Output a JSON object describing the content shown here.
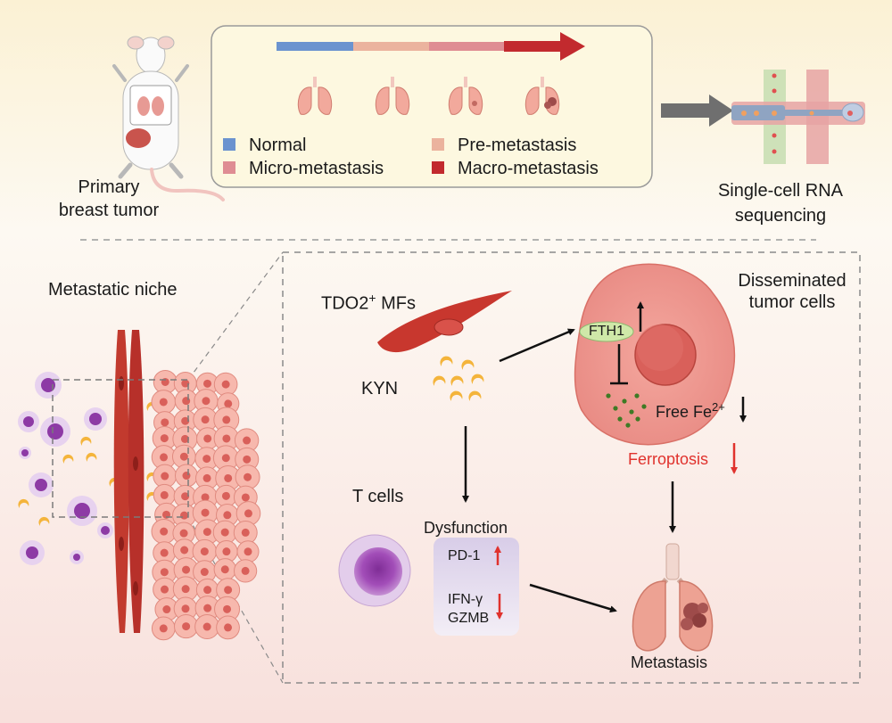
{
  "top": {
    "primary_tumor_label_line1": "Primary",
    "primary_tumor_label_line2": "breast tumor",
    "legend": [
      {
        "label": "Normal",
        "color": "#6b93cf"
      },
      {
        "label": "Pre-metastasis",
        "color": "#ebb39e"
      },
      {
        "label": "Micro-metastasis",
        "color": "#df8d93"
      },
      {
        "label": "Macro-metastasis",
        "color": "#c22a2e"
      }
    ],
    "sequencing_label_line1": "Single-cell RNA",
    "sequencing_label_line2": "sequencing"
  },
  "bottom": {
    "niche_label": "Metastatic niche",
    "mf_label": "TDO2",
    "mf_label_sup": "+",
    "mf_label_suffix": " MFs",
    "kyn_label": "KYN",
    "dtc_label_line1": "Disseminated",
    "dtc_label_line2": "tumor cells",
    "fth1_label": "FTH1",
    "free_fe_label": "Free Fe",
    "free_fe_sup": "2+",
    "ferroptosis_label": "Ferroptosis",
    "tcells_label": "T cells",
    "dysfunction_label": "Dysfunction",
    "pd1_label": "PD-1",
    "ifng_label": "IFN-γ",
    "gzmb_label": "GZMB",
    "metastasis_label": "Metastasis"
  },
  "colors": {
    "up_down_arrow": "#e0322d",
    "ferroptosis_text": "#e0322d",
    "fth1_fill": "#cfe8a8",
    "tcell": "#a64dba"
  }
}
